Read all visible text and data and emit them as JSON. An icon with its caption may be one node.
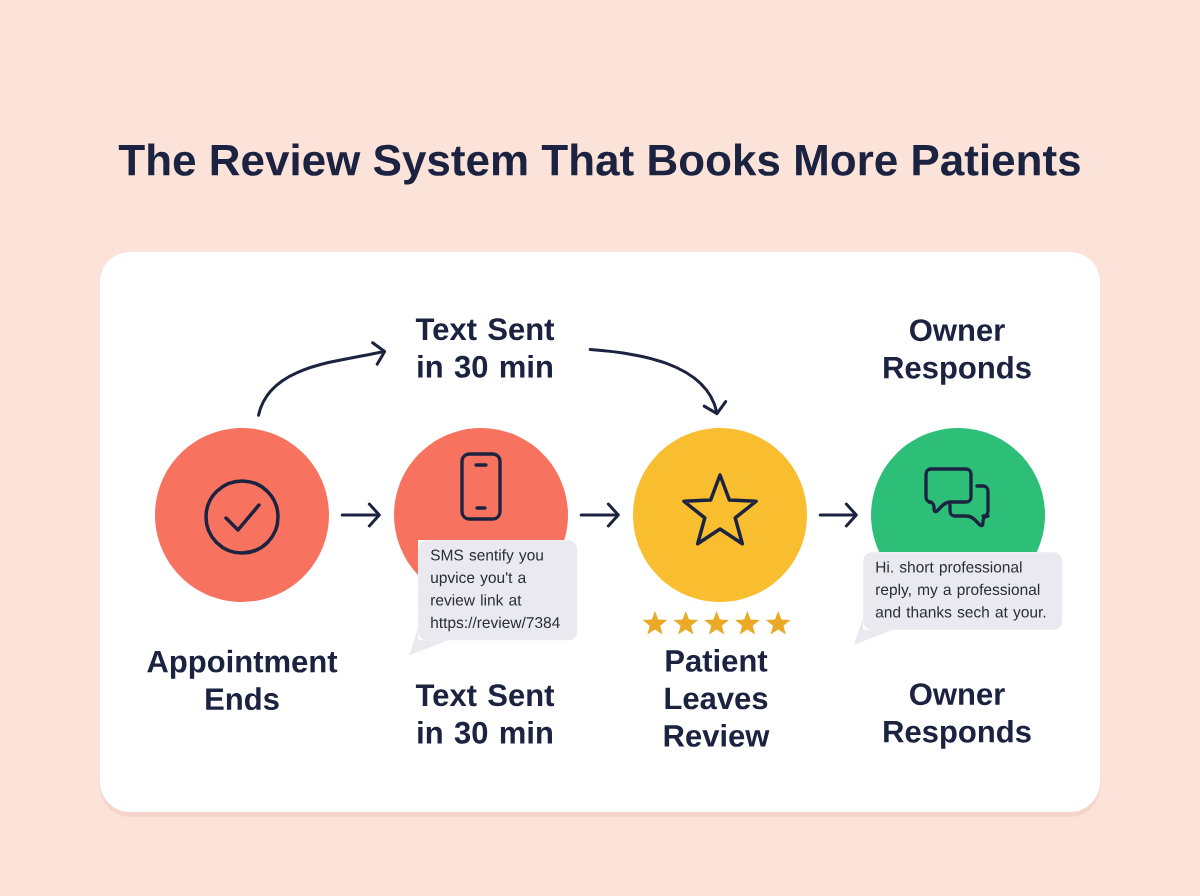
{
  "diagram": {
    "title": "The Review System That Books More Patients",
    "nodes": [
      {
        "text": [
          "Text Sent in 30 min"
        ]
      },
      {
        "text": [],
        "shape": "circle",
        "beside": [
          "Appointment Ends"
        ]
      },
      {
        "text": [],
        "shape": "circle"
      },
      {
        "text": [
          "SMS sentify you upvice you't a review link at https://review/7384"
        ]
      },
      {
        "text": [],
        "shape": "circle",
        "beside": [
          "Patient Leaves Review"
        ]
      },
      {
        "text": [],
        "shape": "circle"
      },
      {
        "text": [
          "Hi. short professional reply, my a professional and thanks sech at your."
        ]
      }
    ],
    "edges": [
      {
        "from": 1,
        "to": 0,
        "arrow": "to"
      },
      {
        "from": 0,
        "to": 4,
        "arrow": "to"
      },
      {
        "from": 1,
        "to": 2,
        "arrow": "to"
      },
      {
        "from": 2,
        "to": 4,
        "arrow": "to"
      },
      {
        "from": 4,
        "to": 5,
        "arrow": "to"
      }
    ],
    "labels": [
      "Owner Responds",
      "Text Sent in 30 min",
      "Owner Responds"
    ]
  }
}
